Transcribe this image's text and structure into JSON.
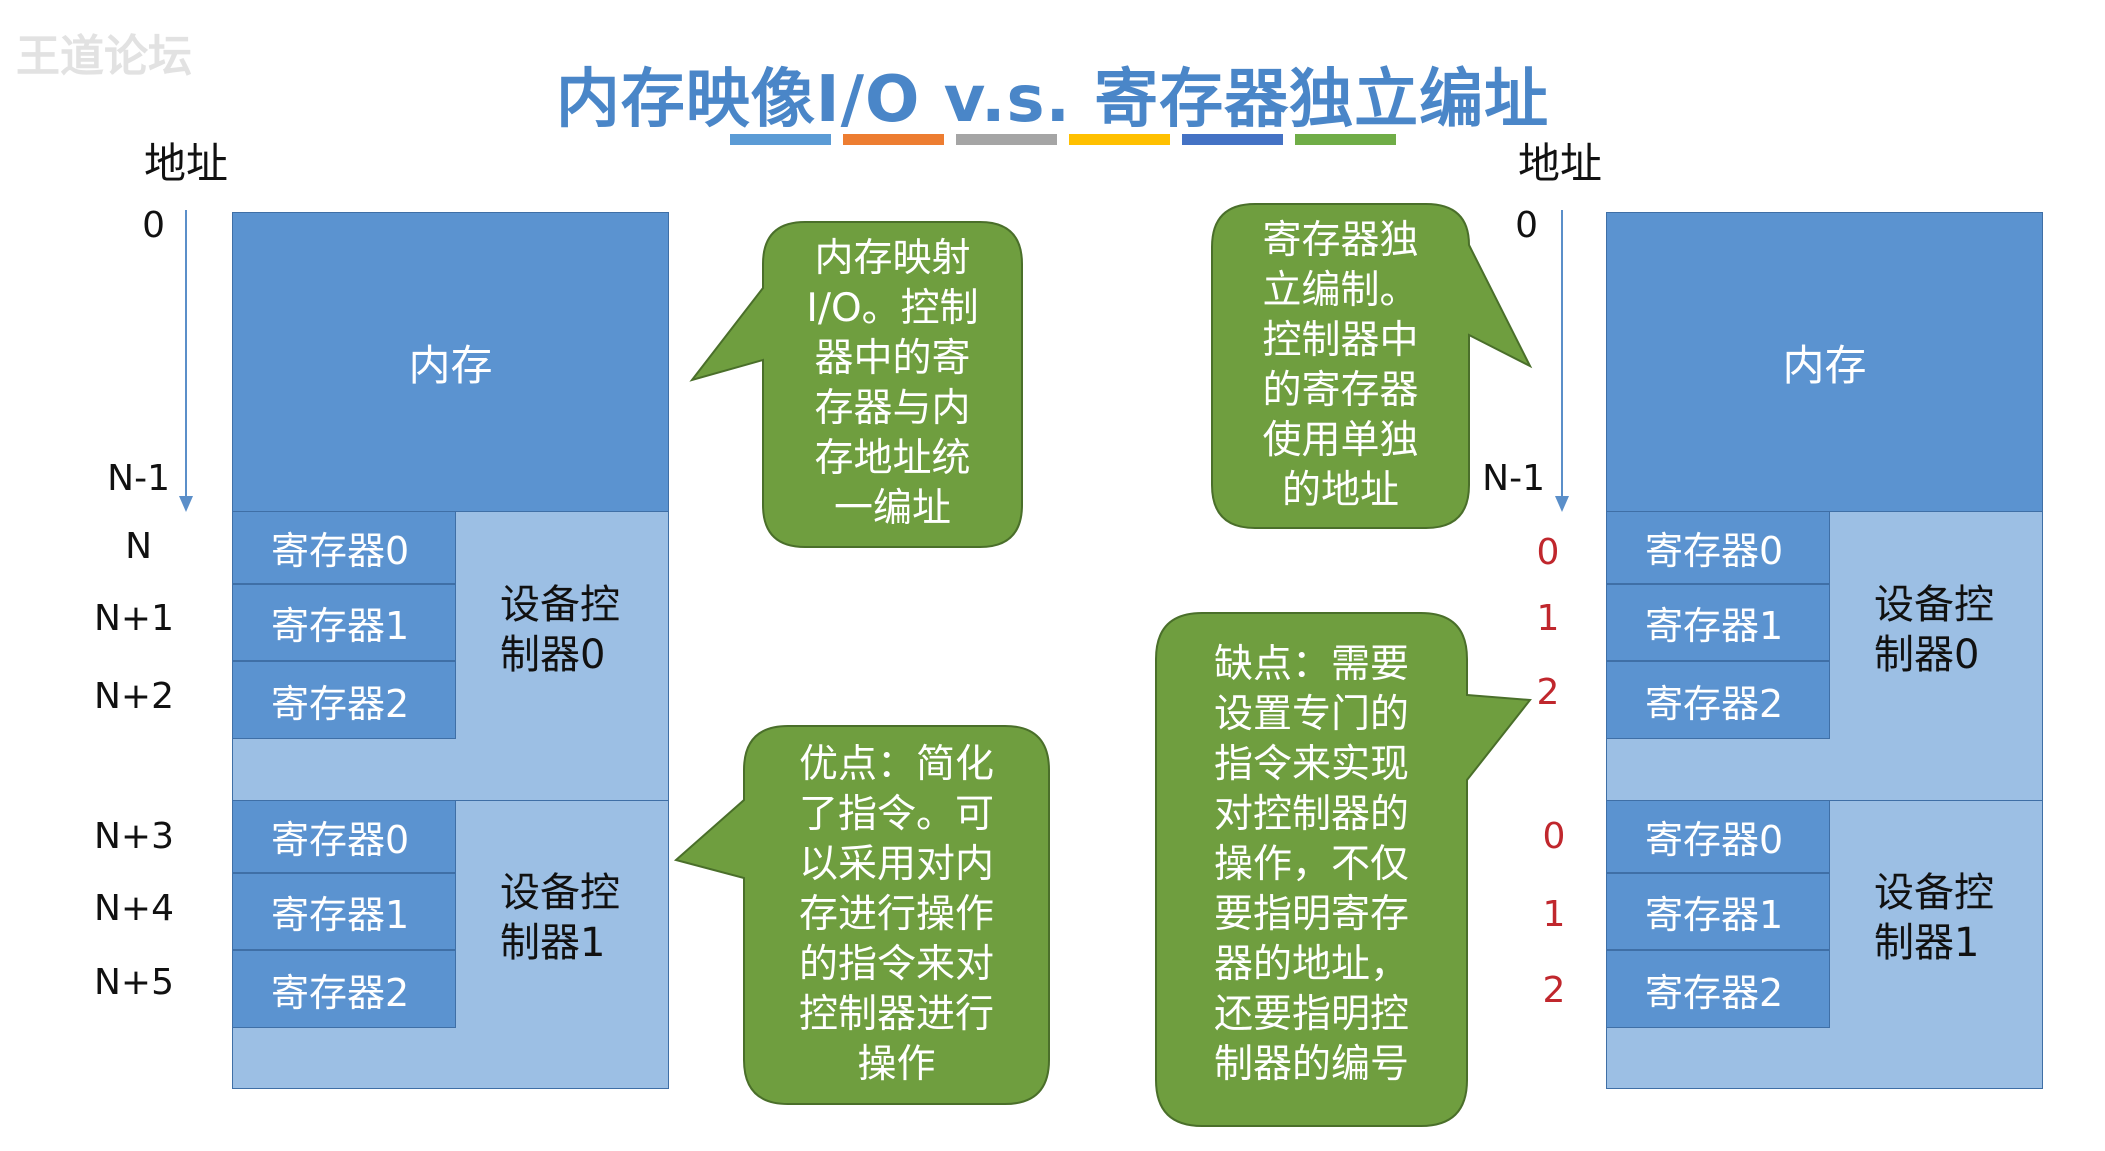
{
  "title": "内存映像I/O   v.s.  寄存器独立编址",
  "watermark": "王道论坛",
  "colors": {
    "title": "#4a86c8",
    "memory_block": "#5b93d0",
    "controller_block": "#9cbfe4",
    "bubble": "#6f9e3f",
    "red_label": "#c0272d",
    "bars": [
      "#5b9bd5",
      "#ed7d31",
      "#a5a5a5",
      "#ffc000",
      "#4472c4",
      "#70ad47"
    ]
  },
  "left": {
    "addr_head": "地址",
    "addr_labels": [
      "0",
      "N-1",
      "N",
      "N+1",
      "N+2",
      "N+3",
      "N+4",
      "N+5"
    ],
    "memory_label": "内存",
    "controllers": [
      {
        "name": "设备控\n制器0",
        "registers": [
          "寄存器0",
          "寄存器1",
          "寄存器2"
        ]
      },
      {
        "name": "设备控\n制器1",
        "registers": [
          "寄存器0",
          "寄存器1",
          "寄存器2"
        ]
      }
    ]
  },
  "right": {
    "addr_head": "地址",
    "addr_labels": [
      "0",
      "N-1"
    ],
    "reg_index_labels": [
      "0",
      "1",
      "2",
      "0",
      "1",
      "2"
    ],
    "memory_label": "内存",
    "controllers": [
      {
        "name": "设备控\n制器0",
        "registers": [
          "寄存器0",
          "寄存器1",
          "寄存器2"
        ]
      },
      {
        "name": "设备控\n制器1",
        "registers": [
          "寄存器0",
          "寄存器1",
          "寄存器2"
        ]
      }
    ]
  },
  "callouts": {
    "memory_mapped": "内存映射\nI/O。控制\n器中的寄\n存器与内\n存地址统\n一编址",
    "advantage": "优点：简化\n了指令。可\n以采用对内\n存进行操作\n的指令来对\n控制器进行\n操作",
    "independent": "寄存器独\n立编制。\n控制器中\n的寄存器\n使用单独\n的地址",
    "disadvantage": "缺点：需要\n设置专门的\n指令来实现\n对控制器的\n操作，不仅\n要指明寄存\n器的地址，\n还要指明控\n制器的编号"
  }
}
